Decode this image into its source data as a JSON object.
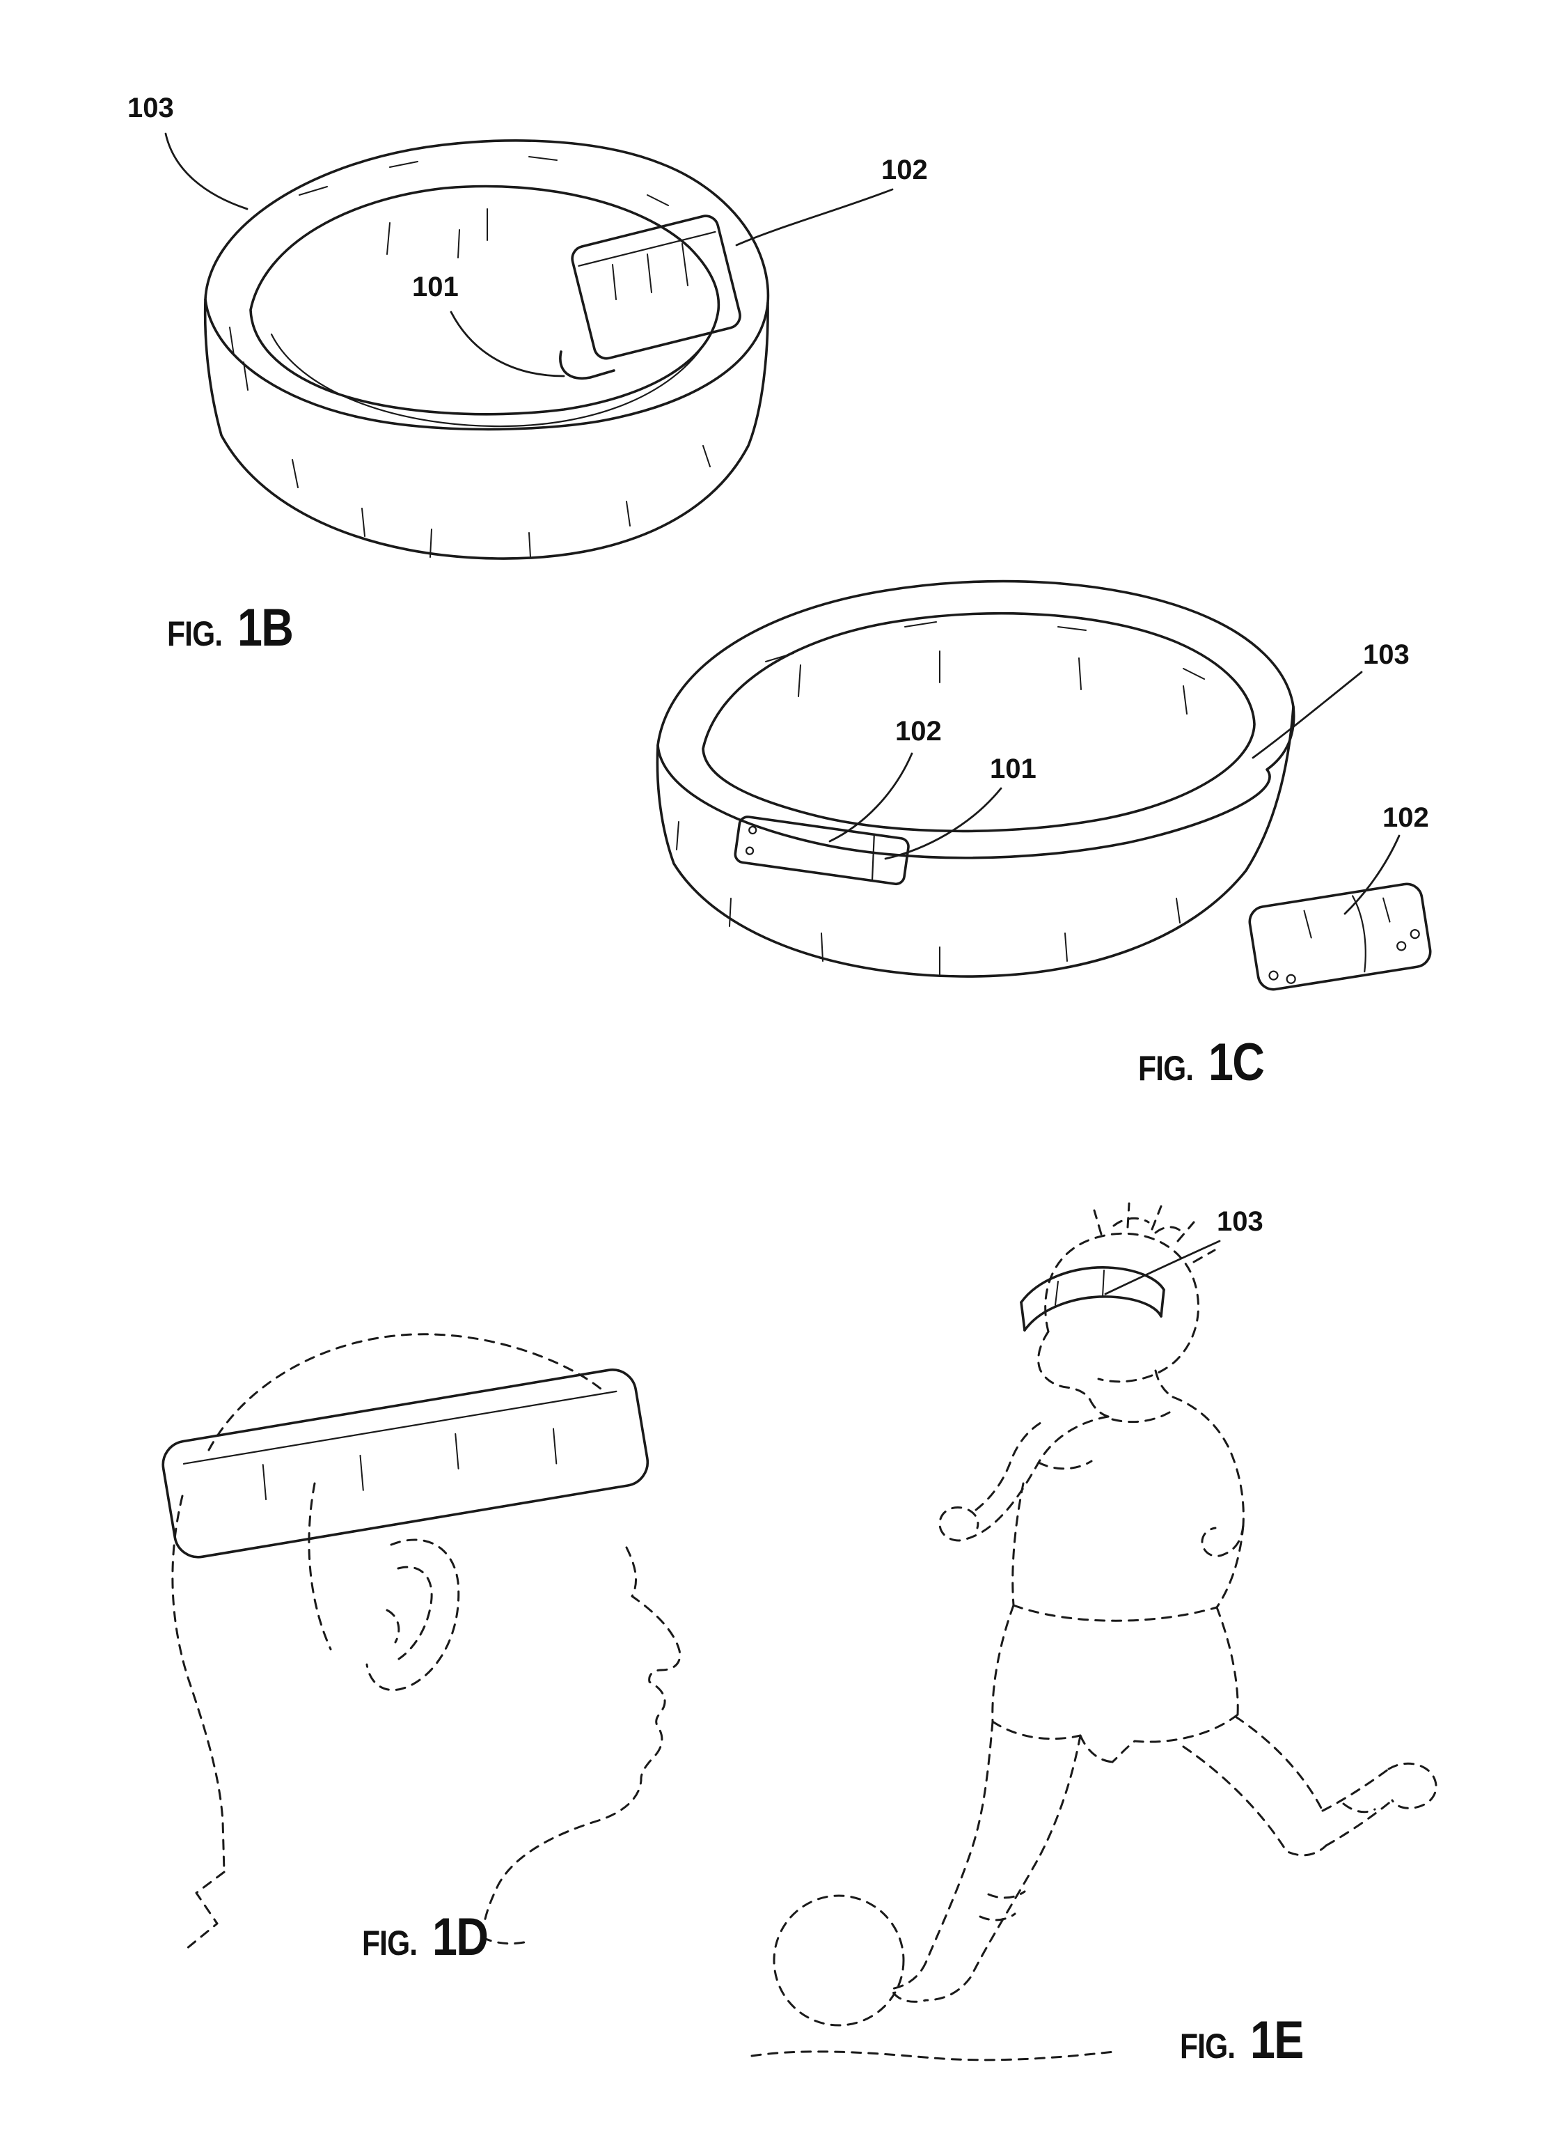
{
  "page": {
    "background": "#ffffff",
    "ink": "#1a1a1a"
  },
  "fig1b": {
    "caption_prefix": "FIG.",
    "caption_number": "1B",
    "ref_103": "103",
    "ref_101": "101",
    "ref_102": "102"
  },
  "fig1c": {
    "caption_prefix": "FIG.",
    "caption_number": "1C",
    "ref_102_band": "102",
    "ref_101": "101",
    "ref_103": "103",
    "ref_102_module": "102"
  },
  "fig1d": {
    "caption_prefix": "FIG.",
    "caption_number": "1D"
  },
  "fig1e": {
    "caption_prefix": "FIG.",
    "caption_number": "1E",
    "ref_103": "103"
  }
}
